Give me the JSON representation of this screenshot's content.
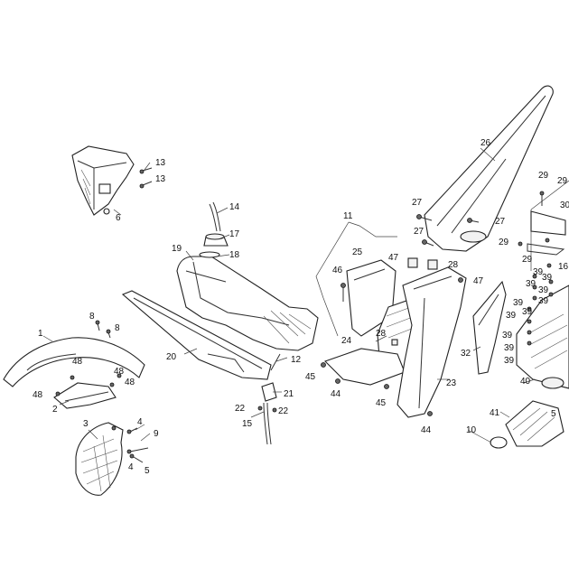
{
  "diagram": {
    "labels": [
      {
        "id": "1",
        "text": "1"
      },
      {
        "id": "2",
        "text": "2"
      },
      {
        "id": "3",
        "text": "3"
      },
      {
        "id": "4a",
        "text": "4"
      },
      {
        "id": "4b",
        "text": "4"
      },
      {
        "id": "5a",
        "text": "5"
      },
      {
        "id": "5b",
        "text": "5"
      },
      {
        "id": "6",
        "text": "6"
      },
      {
        "id": "8a",
        "text": "8"
      },
      {
        "id": "8b",
        "text": "8"
      },
      {
        "id": "9",
        "text": "9"
      },
      {
        "id": "10",
        "text": "10"
      },
      {
        "id": "11",
        "text": "11"
      },
      {
        "id": "12",
        "text": "12"
      },
      {
        "id": "13a",
        "text": "13"
      },
      {
        "id": "13b",
        "text": "13"
      },
      {
        "id": "14",
        "text": "14"
      },
      {
        "id": "15",
        "text": "15"
      },
      {
        "id": "16",
        "text": "16"
      },
      {
        "id": "17",
        "text": "17"
      },
      {
        "id": "18",
        "text": "18"
      },
      {
        "id": "19",
        "text": "19"
      },
      {
        "id": "20",
        "text": "20"
      },
      {
        "id": "21",
        "text": "21"
      },
      {
        "id": "22a",
        "text": "22"
      },
      {
        "id": "22b",
        "text": "22"
      },
      {
        "id": "23",
        "text": "23"
      },
      {
        "id": "24",
        "text": "24"
      },
      {
        "id": "25",
        "text": "25"
      },
      {
        "id": "26",
        "text": "26"
      },
      {
        "id": "27a",
        "text": "27"
      },
      {
        "id": "27b",
        "text": "27"
      },
      {
        "id": "27c",
        "text": "27"
      },
      {
        "id": "28a",
        "text": "28"
      },
      {
        "id": "28b",
        "text": "28"
      },
      {
        "id": "29a",
        "text": "29"
      },
      {
        "id": "29b",
        "text": "29"
      },
      {
        "id": "29c",
        "text": "29"
      },
      {
        "id": "29d",
        "text": "29"
      },
      {
        "id": "30",
        "text": "30"
      },
      {
        "id": "32",
        "text": "32"
      },
      {
        "id": "39a",
        "text": "39"
      },
      {
        "id": "39b",
        "text": "39"
      },
      {
        "id": "39c",
        "text": "39"
      },
      {
        "id": "39d",
        "text": "39"
      },
      {
        "id": "39e",
        "text": "39"
      },
      {
        "id": "39f",
        "text": "39"
      },
      {
        "id": "39g",
        "text": "39"
      },
      {
        "id": "39h",
        "text": "39"
      },
      {
        "id": "39i",
        "text": "39"
      },
      {
        "id": "39j",
        "text": "39"
      },
      {
        "id": "39k",
        "text": "39"
      },
      {
        "id": "40",
        "text": "40"
      },
      {
        "id": "41",
        "text": "41"
      },
      {
        "id": "44a",
        "text": "44"
      },
      {
        "id": "44b",
        "text": "44"
      },
      {
        "id": "45a",
        "text": "45"
      },
      {
        "id": "45b",
        "text": "45"
      },
      {
        "id": "46",
        "text": "46"
      },
      {
        "id": "47a",
        "text": "47"
      },
      {
        "id": "47b",
        "text": "47"
      },
      {
        "id": "48a",
        "text": "48"
      },
      {
        "id": "48b",
        "text": "48"
      },
      {
        "id": "48c",
        "text": "48"
      },
      {
        "id": "48d",
        "text": "48"
      },
      {
        "id": "5c",
        "text": "5"
      }
    ]
  }
}
